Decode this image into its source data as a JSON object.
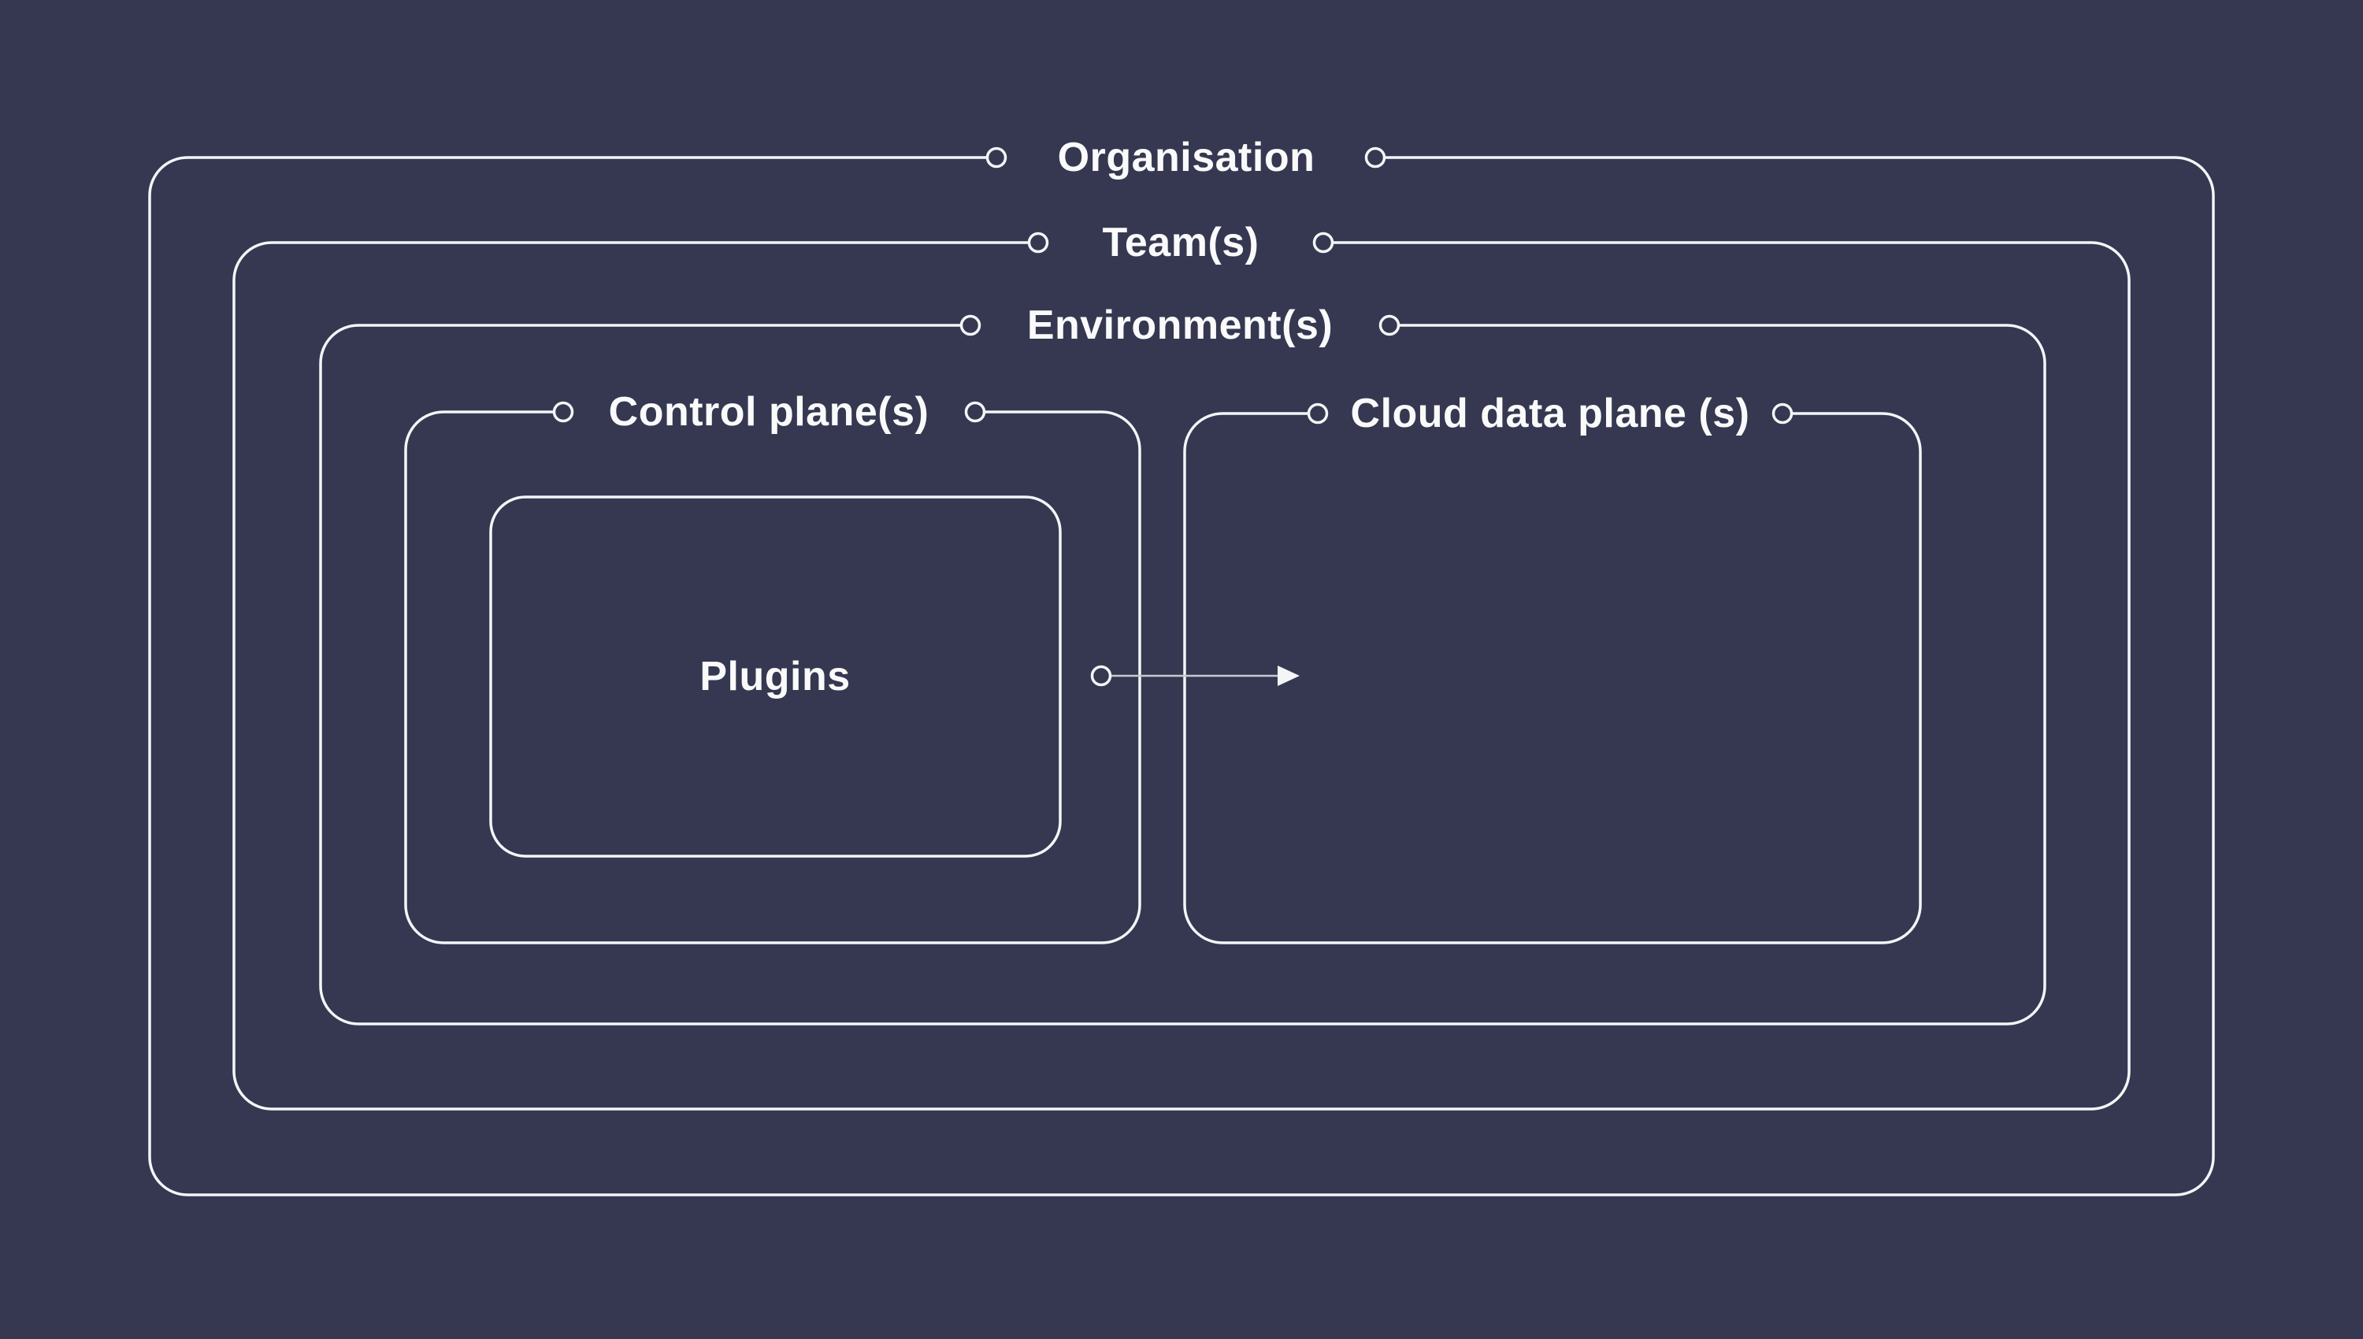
{
  "labels": {
    "organisation": "Organisation",
    "team": "Team(s)",
    "environment": "Environment(s)",
    "control_plane": "Control plane(s)",
    "cloud_data_plane": "Cloud data plane (s)",
    "plugins": "Plugins"
  },
  "connector": {
    "from": "Plugins",
    "to": "Cloud data plane (s)",
    "type": "arrow"
  },
  "colors": {
    "background": "#353850",
    "line": "#f4f5f7",
    "text": "#fafafb",
    "arrow_line": "#c7c9d3"
  }
}
